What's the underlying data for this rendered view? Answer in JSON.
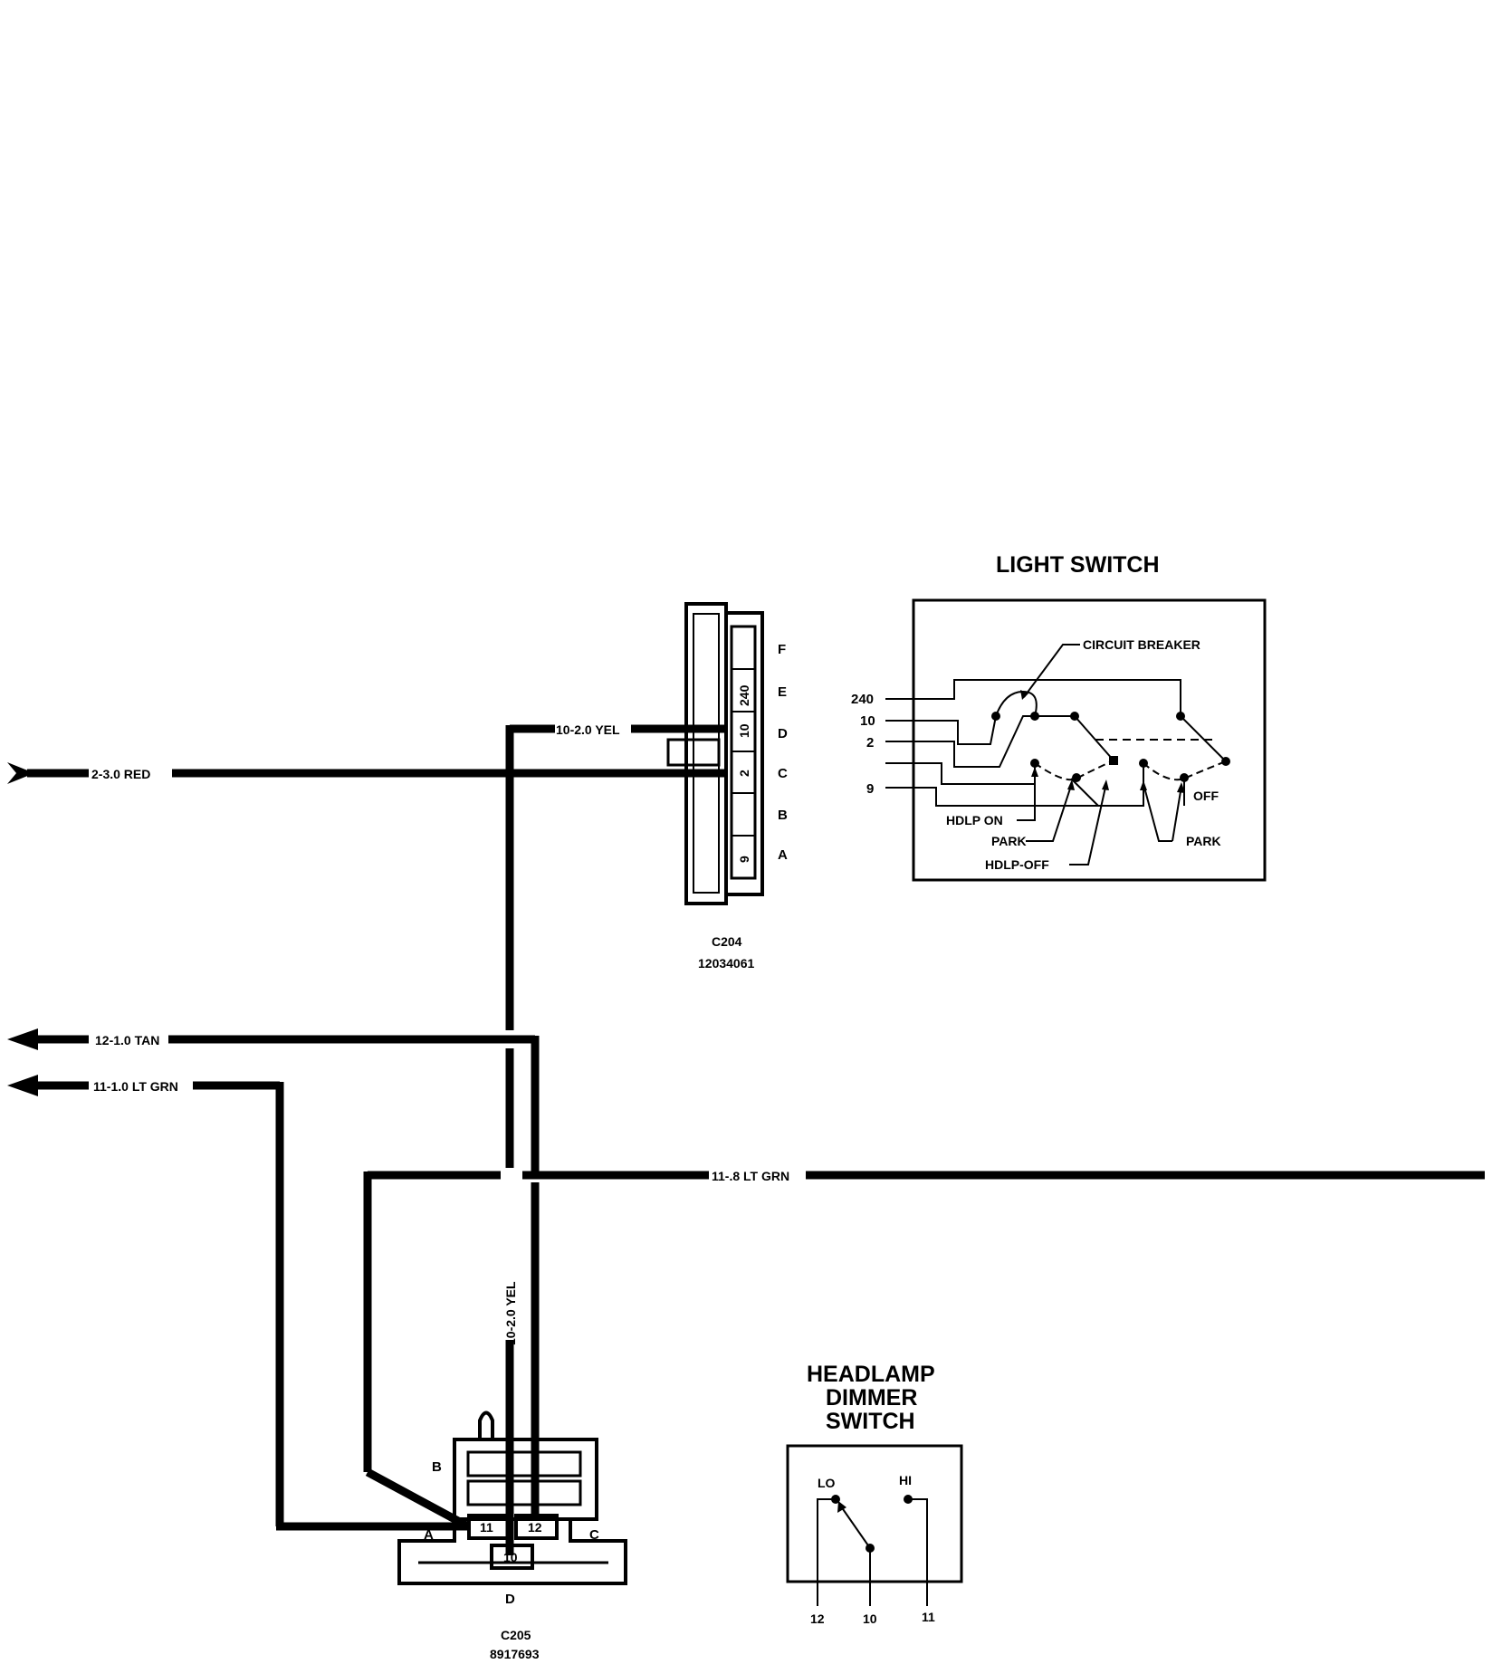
{
  "light_switch": {
    "title": "LIGHT SWITCH",
    "circuit_breaker": "CIRCUIT BREAKER",
    "pins": [
      "240",
      "10",
      "2",
      "9"
    ],
    "hdlp_on": "HDLP ON",
    "park_1": "PARK",
    "hdlp_off": "HDLP-OFF",
    "off": "OFF",
    "park_2": "PARK"
  },
  "c204": {
    "name": "C204",
    "part": "12034061",
    "cavities": [
      "F",
      "E",
      "D",
      "C",
      "B",
      "A"
    ],
    "pins": [
      "240",
      "10",
      "2",
      "9"
    ]
  },
  "wires": {
    "yel_top": "10-2.0 YEL",
    "red": "2-3.0 RED",
    "tan": "12-1.0 TAN",
    "lt_grn_1": "11-1.0 LT GRN",
    "lt_grn_8": "11-.8 LT GRN",
    "yel_vertical": "10-2.0 YEL"
  },
  "c205": {
    "name": "C205",
    "part": "8917693",
    "cavity_b": "B",
    "cavity_a": "A",
    "cavity_c": "C",
    "cavity_d": "D",
    "pin_11": "11",
    "pin_12": "12",
    "pin_10": "10"
  },
  "dimmer": {
    "title_1": "HEADLAMP",
    "title_2": "DIMMER",
    "title_3": "SWITCH",
    "lo": "LO",
    "hi": "HI",
    "pin_12": "12",
    "pin_10": "10",
    "pin_11": "11"
  }
}
